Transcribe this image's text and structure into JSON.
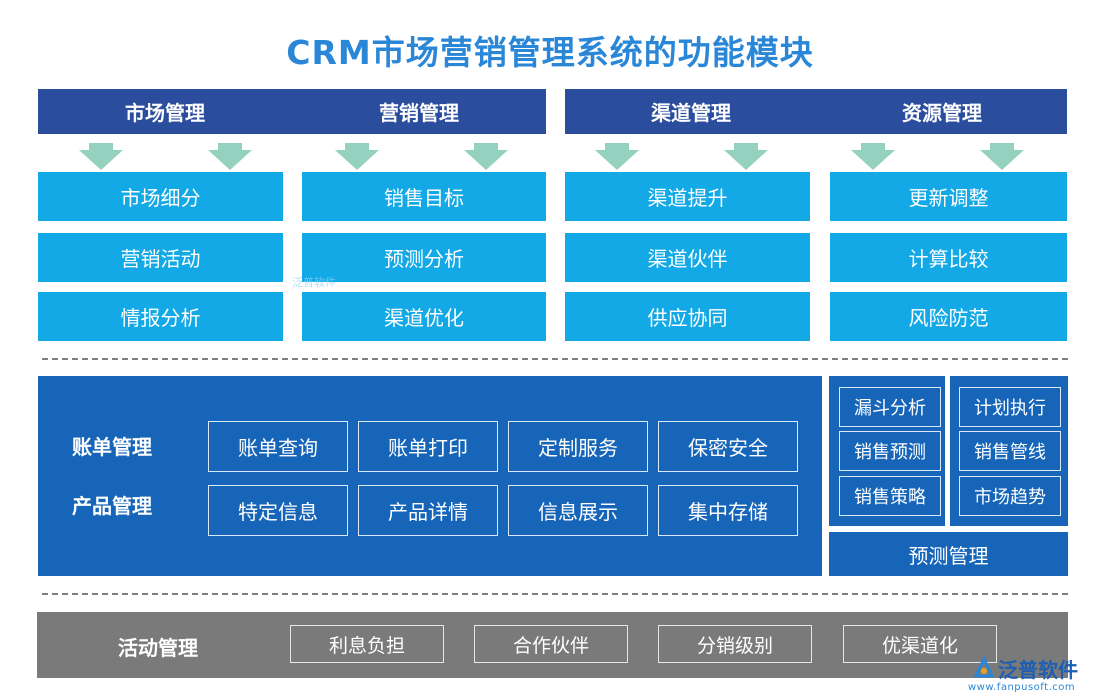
{
  "title": "CRM市场营销管理系统的功能模块",
  "top_headers": [
    "市场管理",
    "营销管理",
    "渠道管理",
    "资源管理"
  ],
  "grid": [
    [
      "市场细分",
      "营销活动",
      "情报分析"
    ],
    [
      "销售目标",
      "预测分析",
      "渠道优化"
    ],
    [
      "渠道提升",
      "渠道伙伴",
      "供应协同"
    ],
    [
      "更新调整",
      "计算比较",
      "风险防范"
    ]
  ],
  "middle": {
    "labels": [
      "账单管理",
      "产品管理"
    ],
    "row1": [
      "账单查询",
      "账单打印",
      "定制服务",
      "保密安全"
    ],
    "row2": [
      "特定信息",
      "产品详情",
      "信息展示",
      "集中存储"
    ]
  },
  "forecast": {
    "left": [
      "漏斗分析",
      "销售预测",
      "销售策略"
    ],
    "right": [
      "计划执行",
      "销售管线",
      "市场趋势"
    ],
    "footer": "预测管理"
  },
  "activity": {
    "label": "活动管理",
    "items": [
      "利息负担",
      "合作伙伴",
      "分销级别",
      "优渠道化"
    ]
  },
  "watermark": {
    "center_text": "泛普软件",
    "logo_text": "泛普软件",
    "url": "www.fanpusoft.com"
  },
  "colors": {
    "header_bg": "#2a4d9e",
    "cell_bg": "#12a9e6",
    "arrow": "#95d1bf",
    "panel_bg": "#1665b8",
    "activity_bg": "#7a7a7a",
    "title": "#2a86d6"
  }
}
